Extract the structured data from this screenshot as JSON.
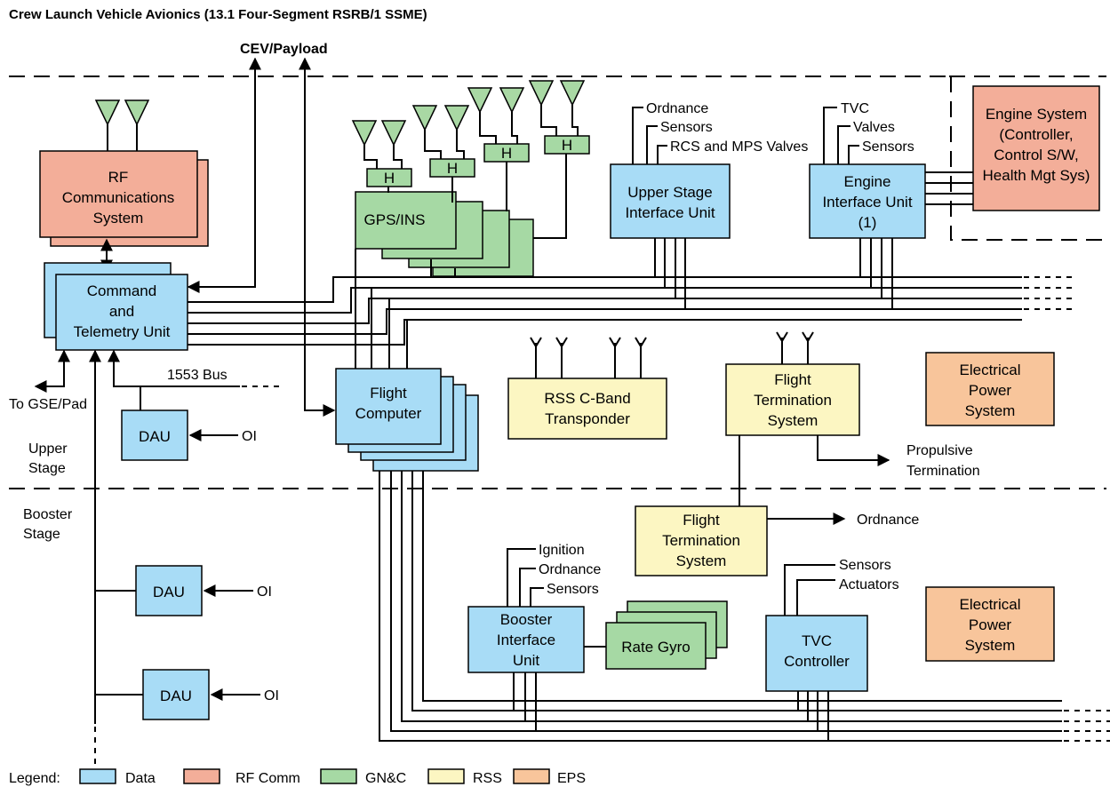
{
  "title": "Crew Launch Vehicle Avionics (13.1 Four-Segment RSRB/1 SSME)",
  "colors": {
    "data": "#a8dcf6",
    "rf_comm": "#f3ae99",
    "gnc": "#a6d9a4",
    "rss": "#fcf6c2",
    "eps": "#f8c59b"
  },
  "labels": {
    "cev_payload": "CEV/Payload",
    "bus_1553": "1553 Bus",
    "to_gse": "To GSE/Pad",
    "upper_stage": [
      "Upper",
      "Stage"
    ],
    "booster_stage": [
      "Booster",
      "Stage"
    ],
    "oi": "OI",
    "ordnance": "Ordnance",
    "propulsive_termination": [
      "Propulsive",
      "Termination"
    ],
    "upper_interface_signals": [
      "Ordnance",
      "Sensors",
      "RCS and MPS Valves"
    ],
    "engine_interface_signals": [
      "TVC",
      "Valves",
      "Sensors"
    ],
    "booster_interface_signals": [
      "Ignition",
      "Ordnance",
      "Sensors"
    ],
    "tvc_signals": [
      "Sensors",
      "Actuators"
    ]
  },
  "boxes": {
    "rf_comm": [
      "RF",
      "Communications",
      "System"
    ],
    "command_telemetry": [
      "Command",
      "and",
      "Telemetry Unit"
    ],
    "gps_ins": "GPS/INS",
    "h": "H",
    "upper_stage_iu": [
      "Upper Stage",
      "Interface Unit"
    ],
    "engine_iu": [
      "Engine",
      "Interface Unit",
      "(1)"
    ],
    "engine_system": [
      "Engine System",
      "(Controller,",
      "Control S/W,",
      "Health Mgt Sys)"
    ],
    "flight_computer": [
      "Flight",
      "Computer"
    ],
    "rss_cband": [
      "RSS C-Band",
      "Transponder"
    ],
    "fts_upper": [
      "Flight",
      "Termination",
      "System"
    ],
    "fts_booster": [
      "Flight",
      "Termination",
      "System"
    ],
    "eps": [
      "Electrical",
      "Power",
      "System"
    ],
    "dau": "DAU",
    "booster_iu": [
      "Booster",
      "Interface",
      "Unit"
    ],
    "rate_gyro": "Rate Gyro",
    "tvc_controller": [
      "TVC",
      "Controller"
    ]
  },
  "legend": {
    "title": "Legend:",
    "items": [
      {
        "label": "Data",
        "color": "#a8dcf6"
      },
      {
        "label": "RF Comm",
        "color": "#f3ae99"
      },
      {
        "label": "GN&C",
        "color": "#a6d9a4"
      },
      {
        "label": "RSS",
        "color": "#fcf6c2"
      },
      {
        "label": "EPS",
        "color": "#f8c59b"
      }
    ]
  }
}
